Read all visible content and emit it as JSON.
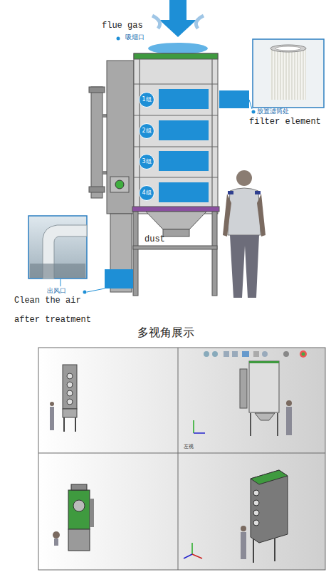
{
  "diagram": {
    "title": "多视角展示",
    "nodes": [
      {
        "text": [
          "1组"
        ]
      },
      {
        "text": [
          "2组"
        ]
      },
      {
        "text": [
          "3组"
        ]
      },
      {
        "text": [
          "4组"
        ]
      }
    ],
    "labels": [
      "flue gas",
      "吸烟口",
      "放置滤筒处",
      "filter element",
      "dust",
      "出风口",
      "Clean the air",
      "after treatment",
      "左视"
    ]
  }
}
